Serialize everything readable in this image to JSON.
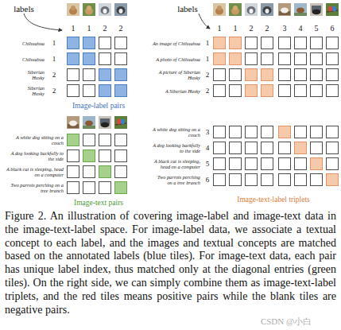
{
  "diagram": {
    "caption": "Figure 2. An illustration of covering image-label and image-text data in the image-text-label space. For image-label data, we associate a textual concept to each label, and the images and textual concepts are matched based on the annotated labels (blue tiles). For image-text data, each pair has unique label index, thus matched only at the diagonal entries (green tiles). On the right side, we can simply combine them as image-text-label triplets, and the red tiles means positive pairs while the blank tiles are negative pairs.",
    "labels": [
      "labels",
      "1",
      "1",
      "2",
      "2",
      "Chihuahua",
      "1",
      "Chihuahua",
      "1",
      "Siberian Husky",
      "2",
      "Siberian Husky",
      "2",
      "Image-label pairs",
      "A white dog sitting on a couch",
      "A dog looking backfully to the side",
      "A black cat is sleeping, head on a computer",
      "Two parrots perching on a tree branch",
      "Image-text pairs",
      "labels",
      "1",
      "1",
      "2",
      "2",
      "3",
      "4",
      "5",
      "6",
      "An image of Chihuahua",
      "1",
      "A photo of Chihuahua",
      "1",
      "A picture of Siberian Husky",
      "2",
      "A Siberian Husky",
      "2",
      "A white dog sitting on a couch",
      "3",
      "A dog looking backfully to the side",
      "4",
      "A black cat is sleeping, head on a computer",
      "5",
      "Two parrots perching on a tree branch",
      "6",
      "Image-text-label triplets",
      "CSDN @小白"
    ]
  }
}
